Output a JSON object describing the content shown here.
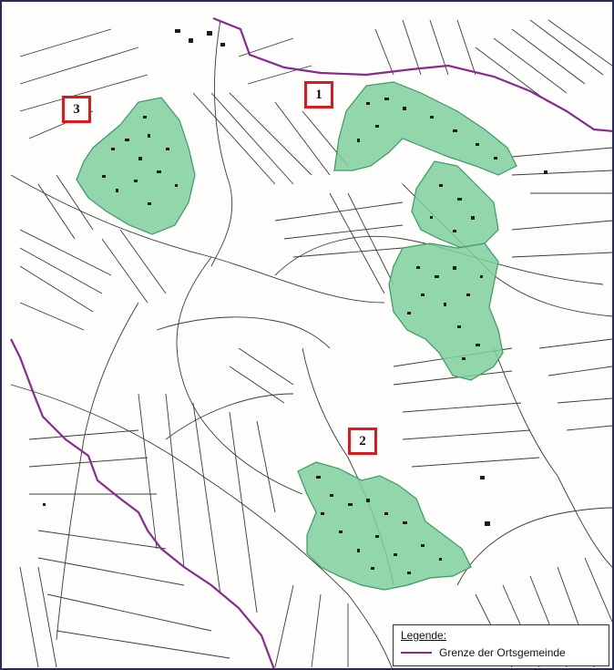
{
  "markers": [
    {
      "id": "1",
      "label": "1"
    },
    {
      "id": "2",
      "label": "2"
    },
    {
      "id": "3",
      "label": "3"
    }
  ],
  "legend": {
    "title": "Legende:",
    "entries": [
      {
        "label": "Grenze der Ortsgemeinde",
        "color": "#8b2a8e"
      }
    ]
  },
  "colors": {
    "settlement_fill": "#7fcf9c",
    "settlement_stroke": "#3b9a63",
    "parcel_line": "#3a3a3a",
    "boundary": "#8b2a8e",
    "marker_border": "#e0171b"
  }
}
